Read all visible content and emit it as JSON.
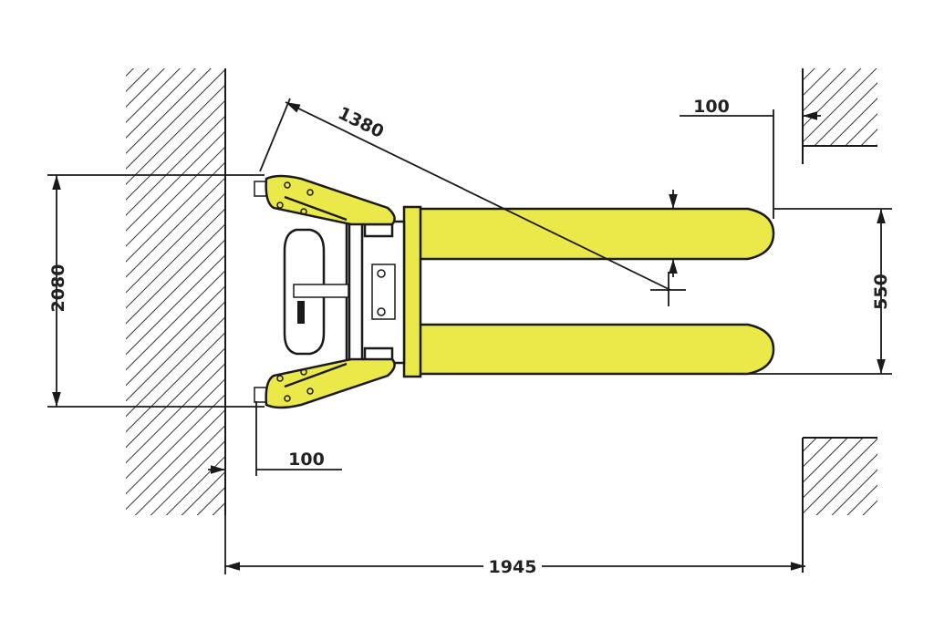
{
  "colors": {
    "fork": "#ebe94a",
    "line": "#1a1a1a",
    "hatch": "#333333"
  },
  "dimensions": {
    "diagonal": "1380",
    "top_clearance": "100",
    "overall_width": "2080",
    "fork_span": "550",
    "bottom_clearance": "100",
    "aisle_width": "1945"
  }
}
